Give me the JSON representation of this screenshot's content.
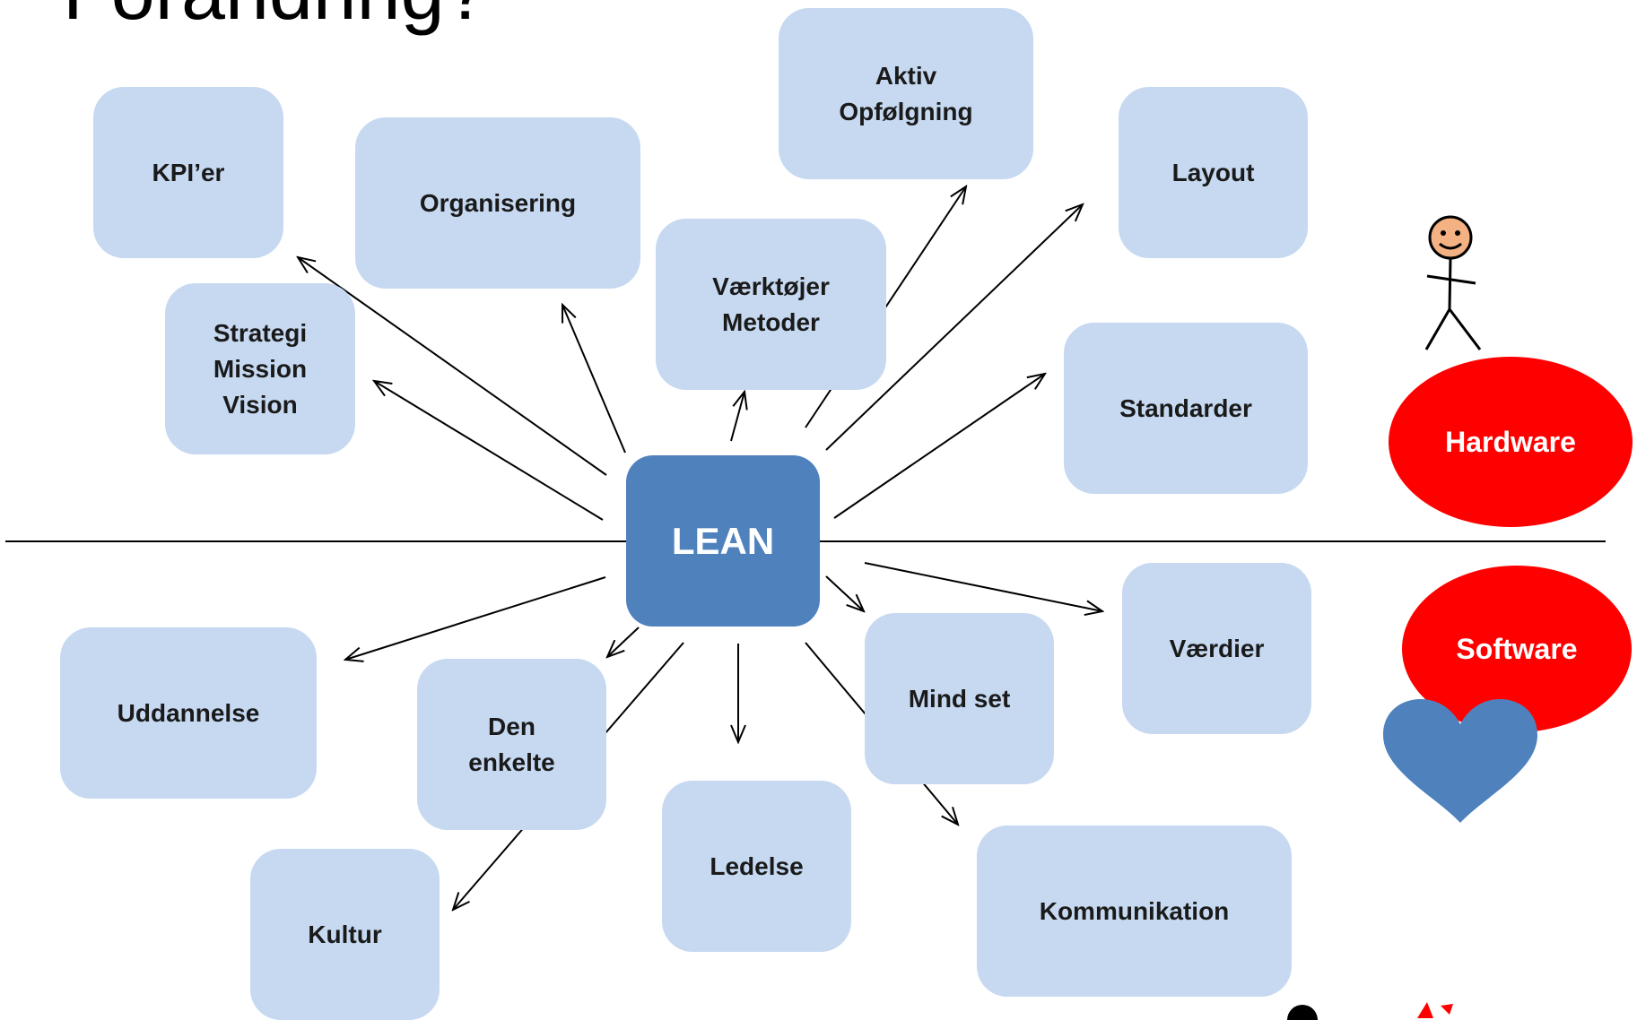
{
  "title": "Forandring?",
  "center": "LEAN",
  "nodes": {
    "kpi": "KPI’er",
    "organisering": "Organisering",
    "aktiv": "Aktiv\nOpfølgning",
    "layout": "Layout",
    "strategi": "Strategi\nMission\nVision",
    "vaerktoejer": "Værktøjer\nMetoder",
    "standarder": "Standarder",
    "uddannelse": "Uddannelse",
    "den_enkelte": "Den\nenkelte",
    "mindset": "Mind set",
    "vaerdier": "Værdier",
    "ledelse": "Ledelse",
    "kultur": "Kultur",
    "kommunikation": "Kommunikation"
  },
  "labels": {
    "hardware": "Hardware",
    "software": "Software"
  },
  "colors": {
    "box_fill": "#c6d9f1",
    "center_fill": "#4f81bd",
    "oval_fill": "#ff0000",
    "heart_fill": "#4f81bd"
  },
  "icons": [
    "stick-figure-icon",
    "heart-icon"
  ]
}
